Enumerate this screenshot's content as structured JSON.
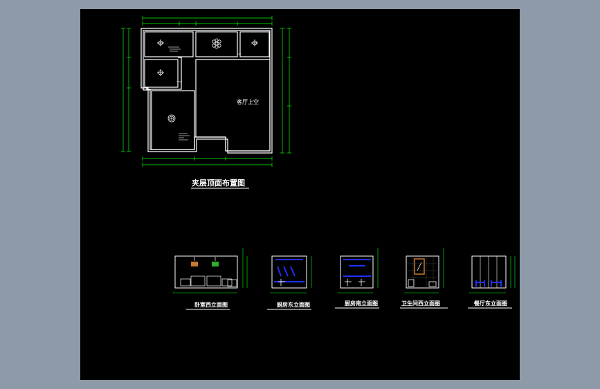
{
  "background_color": "#8f9aa8",
  "canvas_color": "#000000",
  "line_color": "#ffffff",
  "dimension_color": "#00ff00",
  "main_plan": {
    "title": "夹层顶面布置图",
    "room_label": "客厅上空"
  },
  "elevations": [
    {
      "id": "bedroom",
      "title": "卧室西立面图"
    },
    {
      "id": "kitchen-east",
      "title": "厨房东立面图"
    },
    {
      "id": "kitchen-south",
      "title": "厨房南立面图"
    },
    {
      "id": "bathroom",
      "title": "卫生间西立面图"
    },
    {
      "id": "dining",
      "title": "餐厅东立面图"
    }
  ]
}
